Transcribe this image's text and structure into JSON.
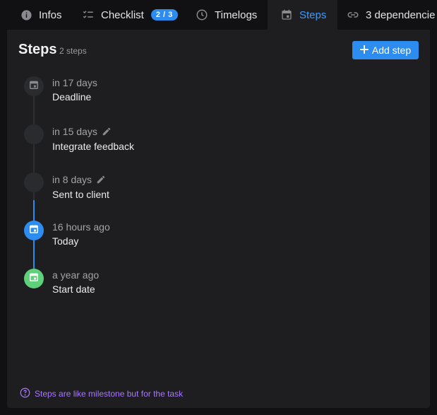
{
  "tabs": [
    {
      "label": "Infos",
      "icon": "info-icon"
    },
    {
      "label": "Checklist",
      "icon": "checklist-icon",
      "badge": "2 / 3"
    },
    {
      "label": "Timelogs",
      "icon": "clock-icon"
    },
    {
      "label": "Steps",
      "icon": "calendar-icon",
      "active": true
    },
    {
      "label": "3 dependencie",
      "icon": "link-icon"
    }
  ],
  "steps_panel": {
    "title": "Steps",
    "subtitle": "2 steps",
    "add_button_label": "Add step"
  },
  "steps": [
    {
      "when": "in 17 days",
      "label": "Deadline",
      "editable": false,
      "node": "calendar-icon",
      "status": "future"
    },
    {
      "when": "in 15 days",
      "label": "Integrate feedback",
      "editable": true,
      "node": "none",
      "status": "future"
    },
    {
      "when": "in 8 days",
      "label": "Sent to client",
      "editable": true,
      "node": "none",
      "status": "future"
    },
    {
      "when": "16 hours ago",
      "label": "Today",
      "editable": false,
      "node": "calendar-icon",
      "status": "current"
    },
    {
      "when": "a year ago",
      "label": "Start date",
      "editable": false,
      "node": "calendar-icon",
      "status": "done"
    }
  ],
  "hint": "Steps are like milestone but for the task",
  "colors": {
    "accent": "#2d8cf0",
    "active_tab_text": "#3b9cff",
    "done_green": "#5fd17a",
    "hint_purple": "#a877ff",
    "panel_bg": "#1e1e21",
    "page_bg": "#111113"
  }
}
